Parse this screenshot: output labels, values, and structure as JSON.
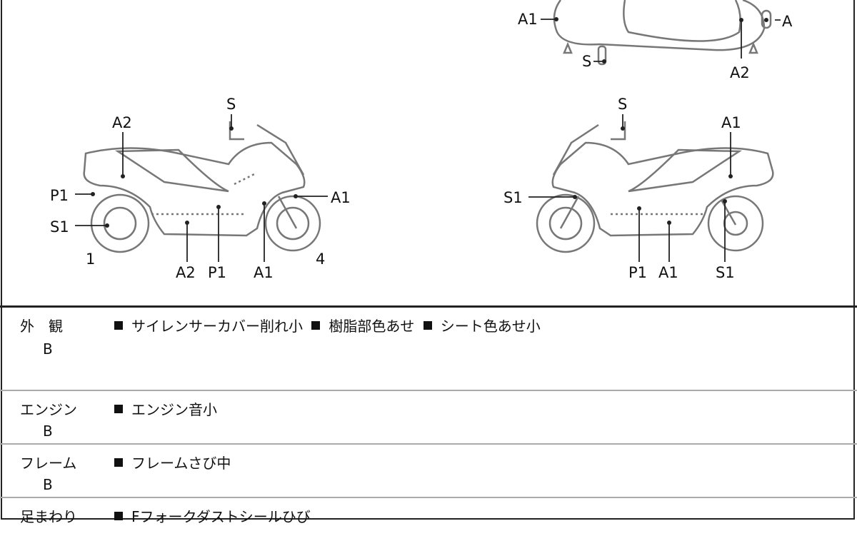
{
  "diagram": {
    "top_view": {
      "labels": [
        "A1",
        "S",
        "A2",
        "A"
      ]
    },
    "left_view": {
      "labels": [
        "S",
        "A2",
        "P1",
        "S1",
        "A1",
        "1",
        "A2",
        "P1",
        "A1",
        "4"
      ]
    },
    "right_view": {
      "labels": [
        "S",
        "A1",
        "S1",
        "P1",
        "A1",
        "S1"
      ]
    }
  },
  "sheet": {
    "rows": [
      {
        "category": "外　観",
        "grade": "B",
        "items": [
          "サイレンサーカバー削れ小",
          "樹脂部色あせ",
          "シート色あせ小"
        ]
      },
      {
        "category": "エンジン",
        "grade": "B",
        "items": [
          "エンジン音小"
        ]
      },
      {
        "category": "フレーム",
        "grade": "B",
        "items": [
          "フレームさび中"
        ]
      },
      {
        "category": "足まわり",
        "grade": "",
        "items": [
          "Fフォークダストシールひび"
        ]
      }
    ]
  }
}
